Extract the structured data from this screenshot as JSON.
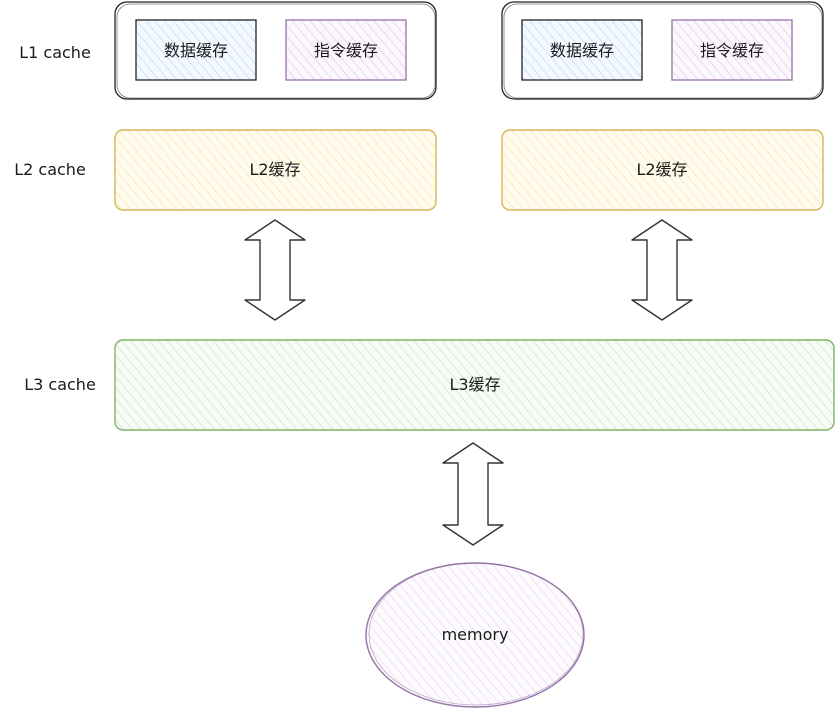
{
  "row_labels": {
    "l1": "L1 cache",
    "l2": "L2 cache",
    "l3": "L3 cache"
  },
  "cores": [
    {
      "l1_data": "数据缓存",
      "l1_instr": "指令缓存",
      "l2": "L2缓存"
    },
    {
      "l1_data": "数据缓存",
      "l1_instr": "指令缓存",
      "l2": "L2缓存"
    }
  ],
  "l3": "L3缓存",
  "memory": "memory",
  "colors": {
    "data_cache": "#dae8fc",
    "instr_cache": "#e1d5e7",
    "instr_stroke": "#9673a6",
    "l2_fill": "#fff2cc",
    "l2_stroke": "#d6b656",
    "l3_fill": "#d5e8d4",
    "l3_stroke": "#82b366",
    "memory_stroke": "#9673a6"
  }
}
